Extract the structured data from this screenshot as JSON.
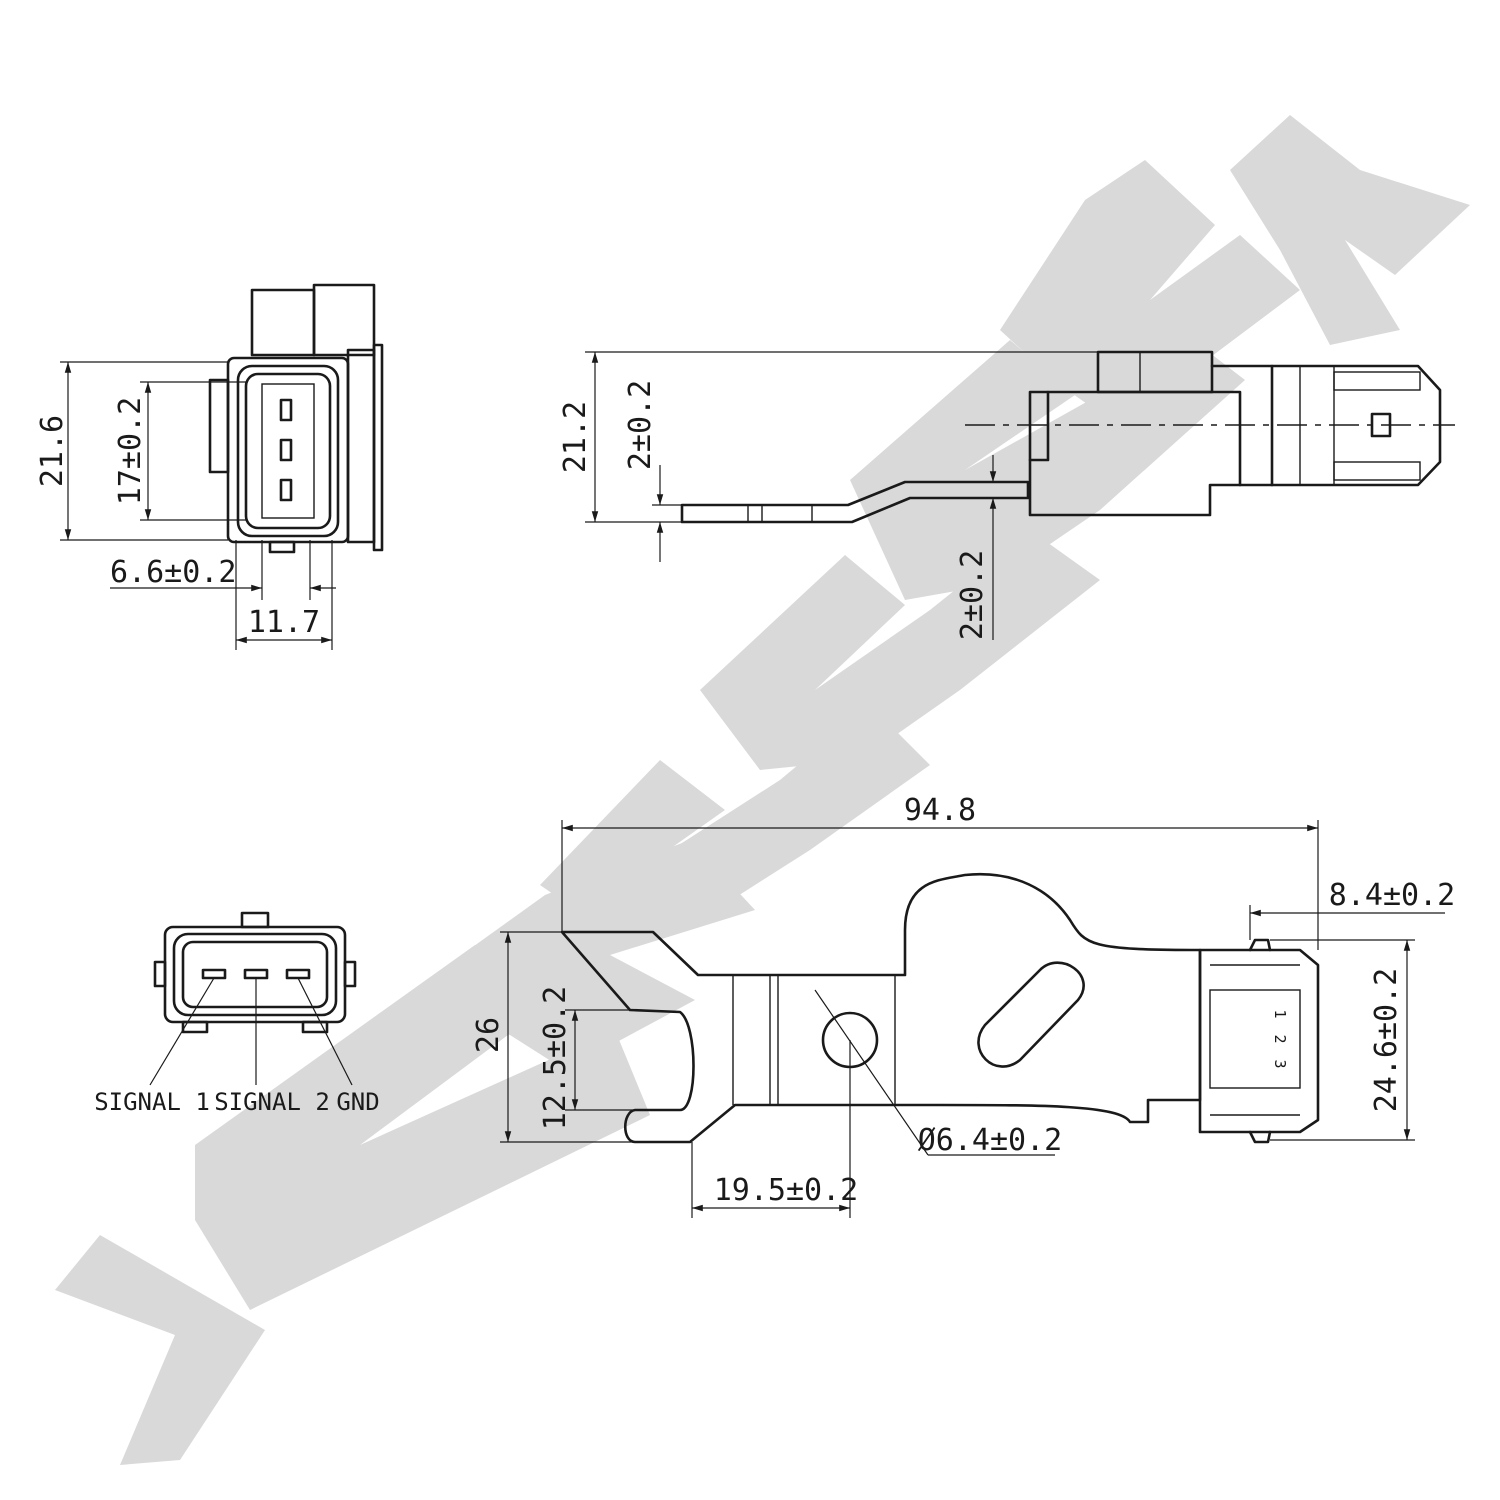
{
  "watermark": {
    "brand_letters": "ZENNNEK"
  },
  "front_view": {
    "height_dim": "21.6",
    "inner_height_dim": "17±0.2",
    "offset_dim": "6.6±0.2",
    "width_dim": "11.7"
  },
  "side_view": {
    "height_dim": "21.2",
    "bracket_thickness_dim": "2±0.2",
    "step_dim": "2±0.2"
  },
  "connector_view": {
    "pin_labels": [
      "SIGNAL 1",
      "SIGNAL 2",
      "GND"
    ]
  },
  "top_view": {
    "overall_length_dim": "94.8",
    "connector_length_dim": "8.4±0.2",
    "connector_height_dim": "24.6±0.2",
    "bracket_height_dim": "26",
    "slot_width_dim": "12.5±0.2",
    "hole_offset_dim": "19.5±0.2",
    "hole_diameter_dim": "Ø6.4±0.2",
    "pin_numbers": [
      "1",
      "2",
      "3"
    ]
  }
}
